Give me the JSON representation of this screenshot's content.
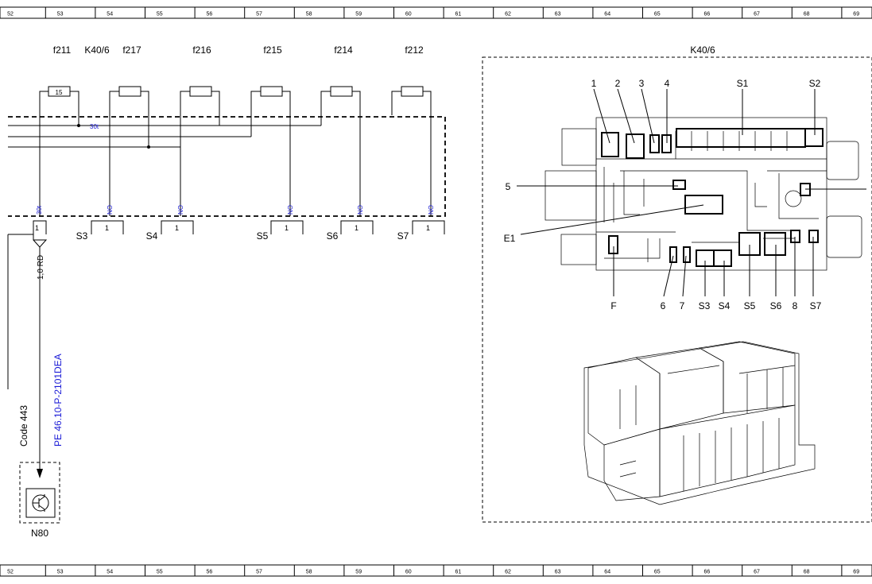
{
  "ruler": {
    "top": [
      "52",
      "53",
      "54",
      "55",
      "56",
      "57",
      "58",
      "59",
      "60",
      "61",
      "62",
      "63",
      "64",
      "65",
      "66",
      "67",
      "68",
      "69"
    ],
    "bottom": [
      "52",
      "53",
      "54",
      "55",
      "56",
      "57",
      "58",
      "59",
      "60",
      "61",
      "62",
      "63",
      "64",
      "65",
      "66",
      "67",
      "68",
      "69"
    ]
  },
  "fuses": [
    {
      "label": "f211",
      "value": "15"
    },
    {
      "label": "f217",
      "value": ""
    },
    {
      "label": "f216",
      "value": ""
    },
    {
      "label": "f215",
      "value": ""
    },
    {
      "label": "f214",
      "value": ""
    },
    {
      "label": "f212",
      "value": ""
    }
  ],
  "relay_label": "K40/6",
  "bus_label": "30t",
  "pin_labels": [
    "30t",
    "NO",
    "NO",
    "NO",
    "NO",
    "NO"
  ],
  "connector_pin": "1",
  "sockets": [
    "S3",
    "S4",
    "S5",
    "S6",
    "S7"
  ],
  "wire": {
    "gauge": "1,0 RD",
    "ref": "PE 46.10-P-2101DEA",
    "code": "Code 443"
  },
  "component": "N80",
  "panel": {
    "title": "K40/6",
    "top_labels": [
      "1",
      "2",
      "3",
      "4",
      "S1",
      "S2"
    ],
    "side_labels": [
      "5",
      "E1"
    ],
    "bottom_labels": [
      "F",
      "6",
      "7",
      "S3",
      "S4",
      "S5",
      "S6",
      "8",
      "S7"
    ]
  }
}
